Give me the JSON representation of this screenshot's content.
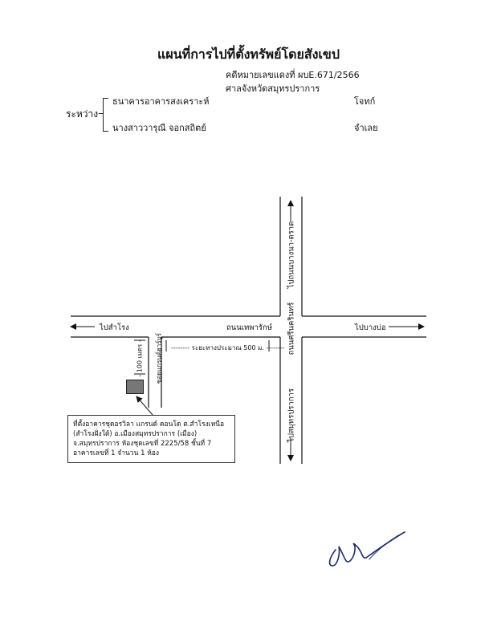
{
  "header": {
    "title": "แผนที่การไปที่ตั้งทรัพย์โดยสังเขป",
    "case_number": "คดีหมายเลขแดงที่ ผบE.671/2566",
    "court": "ศาลจังหวัดสมุทรปราการ"
  },
  "parties": {
    "between_label": "ระหว่าง",
    "plaintiff_name": "ธนาคารอาคารสงเคราะห์",
    "plaintiff_role": "โจทก์",
    "defendant_name": "นางสาววารุณี จอกสถิตย์",
    "defendant_role": "จำเลย"
  },
  "map": {
    "to_north": "ไปถนนบางนา-ตราด",
    "to_south": "ไปสมุทรปราการ",
    "to_west": "ไปสำโรง",
    "to_east": "ไปบางบ่อ",
    "main_road": "ถนนเทพารักษ์",
    "cross_road": "ถนนศรีนครินทร์",
    "soi_name": "ซอยแกรนด์ฮาร์บูร์",
    "distance_500": "ระยะทางประมาณ 500 ม.",
    "distance_100": "100 เมตร"
  },
  "property": {
    "line1": "ที่ตั้งอาคารชุดอรวิลา แกรนด์ คอนโด ต.สำโรงเหนือ",
    "line2": "(สำโรงฝั่งใต้) อ.เมืองสมุทรปราการ (เมือง)",
    "line3": "จ.สมุทรปราการ ห้องชุดเลขที่ 2225/58 ชั้นที่ 7",
    "line4": "อาคารเลขที่ 1 จำนวน 1 ห้อง"
  }
}
